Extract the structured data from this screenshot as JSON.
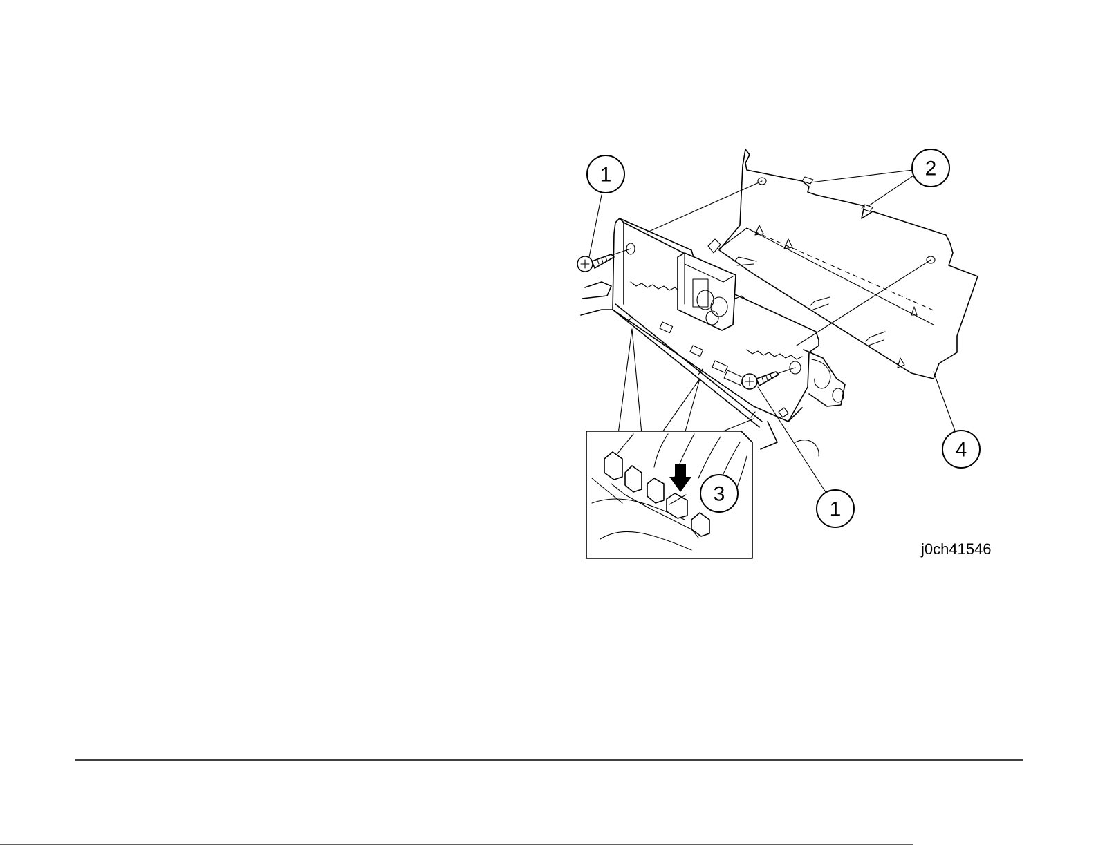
{
  "figure": {
    "id_label": "j0ch41546",
    "callouts": [
      {
        "key": "screw_left",
        "number": "1"
      },
      {
        "key": "tabs",
        "number": "2"
      },
      {
        "key": "hook",
        "number": "3"
      },
      {
        "key": "cover",
        "number": "4"
      },
      {
        "key": "screw_right",
        "number": "1"
      }
    ]
  },
  "colors": {
    "line": "#000000",
    "background": "#ffffff"
  },
  "icons": [
    "down-arrow-icon"
  ]
}
